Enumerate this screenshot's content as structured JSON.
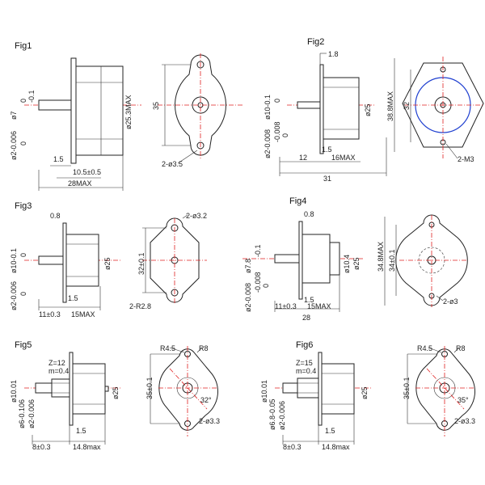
{
  "figures": [
    {
      "name": "Fig1",
      "labels": {
        "shaft_tol_upper": "0",
        "shaft_tol_lower": "-0.1",
        "shaft_dia": "ø7",
        "dia2": "ø2-0.006",
        "dia2_upper": "0",
        "body_dia": "ø25.3MAX",
        "height": "35",
        "holes": "2-ø3.5",
        "d1": "1.5",
        "d2": "10.5±0.5",
        "d3": "28MAX"
      }
    },
    {
      "name": "Fig2",
      "labels": {
        "flange": "1.8",
        "shaft_dia": "ø10-0.1",
        "shaft_tol_upper": "0",
        "dia2": "ø2-0.008",
        "dia2_lower": "-0.008",
        "dia2_upper": "0",
        "body_dia": "ø25",
        "outline": "38.8MAX",
        "height": "32",
        "holes": "2-M3",
        "d1": "1.5",
        "d2": "12",
        "d3": "16MAX",
        "d4": "31"
      }
    },
    {
      "name": "Fig3",
      "labels": {
        "flange": "0.8",
        "holes": "2-ø3.2",
        "shaft_dia": "ø10-0.1",
        "shaft_tol_upper": "0",
        "dia2": "ø2-0.006",
        "dia2_upper": "0",
        "body_dia": "ø25",
        "height": "32±0.1",
        "radius": "2-R2.8",
        "d1": "1.5",
        "d2": "11±0.3",
        "d3": "15MAX"
      }
    },
    {
      "name": "Fig4",
      "labels": {
        "flange": "0.8",
        "shaft_dia": "ø7.8",
        "shaft_tol": "-0.1",
        "dia2": "ø2-0.008",
        "dia2_lower": "-0.008",
        "dia2_upper": "0",
        "body_dia1": "ø10.4",
        "body_dia2": "ø25",
        "outline": "34.8MAX",
        "height": "34±0.1",
        "holes": "2-ø3",
        "d1": "1.5",
        "d2": "11±0.3",
        "d3": "15MAX",
        "d4": "28"
      }
    },
    {
      "name": "Fig5",
      "labels": {
        "gear_z": "Z=12",
        "gear_m": "m=0.4",
        "dia1": "ø10.01",
        "dia2": "ø6-0.106",
        "dia2b": "ø2-0.006",
        "body_dia": "ø25",
        "height": "35±0.1",
        "radius": "R4.5",
        "radius2": "R8",
        "holes": "2-ø3.3",
        "d1": "1.5",
        "d2": "8±0.3",
        "d3": "14.8max",
        "angle": "32°"
      }
    },
    {
      "name": "Fig6",
      "labels": {
        "gear_z": "Z=15",
        "gear_m": "m=0.4",
        "dia1": "ø10.01",
        "dia2": "ø6.8-0.05",
        "dia2b": "ø2-0.006",
        "body_dia": "ø25",
        "height": "35±0.1",
        "radius": "R4.5",
        "radius2": "R8",
        "holes": "2-ø3.3",
        "d1": "1.5",
        "d2": "8±0.3",
        "d3": "14.8max",
        "angle": "35°"
      }
    }
  ],
  "colors": {
    "line": "#222222",
    "centerline": "#e02020",
    "accent_arc": "#2040d0"
  }
}
